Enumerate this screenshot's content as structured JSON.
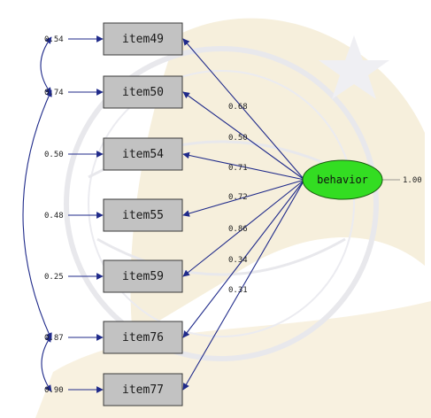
{
  "colors": {
    "line": "#1f2a8a",
    "box_fill": "#c2c2c2",
    "box_stroke": "#3a3a3a",
    "latent_fill": "#33dd22",
    "watermark_gold": "#f3e7c8",
    "watermark_gray": "#d6d6de"
  },
  "latent": {
    "label": "behavior",
    "variance": "1.00"
  },
  "items": [
    {
      "label": "item49",
      "error": "0.54",
      "loading": "0.68"
    },
    {
      "label": "item50",
      "error": "0.74",
      "loading": "0.50"
    },
    {
      "label": "item54",
      "error": "0.50",
      "loading": "0.71"
    },
    {
      "label": "item55",
      "error": "0.48",
      "loading": "0.72"
    },
    {
      "label": "item59",
      "error": "0.25",
      "loading": "0.86"
    },
    {
      "label": "item76",
      "error": "0.87",
      "loading": "0.34"
    },
    {
      "label": "item77",
      "error": "0.90",
      "loading": "0.31"
    }
  ],
  "covariances": [
    {
      "between": [
        "item49",
        "item50"
      ]
    },
    {
      "between": [
        "item50",
        "item76"
      ]
    },
    {
      "between": [
        "item76",
        "item77"
      ]
    }
  ]
}
